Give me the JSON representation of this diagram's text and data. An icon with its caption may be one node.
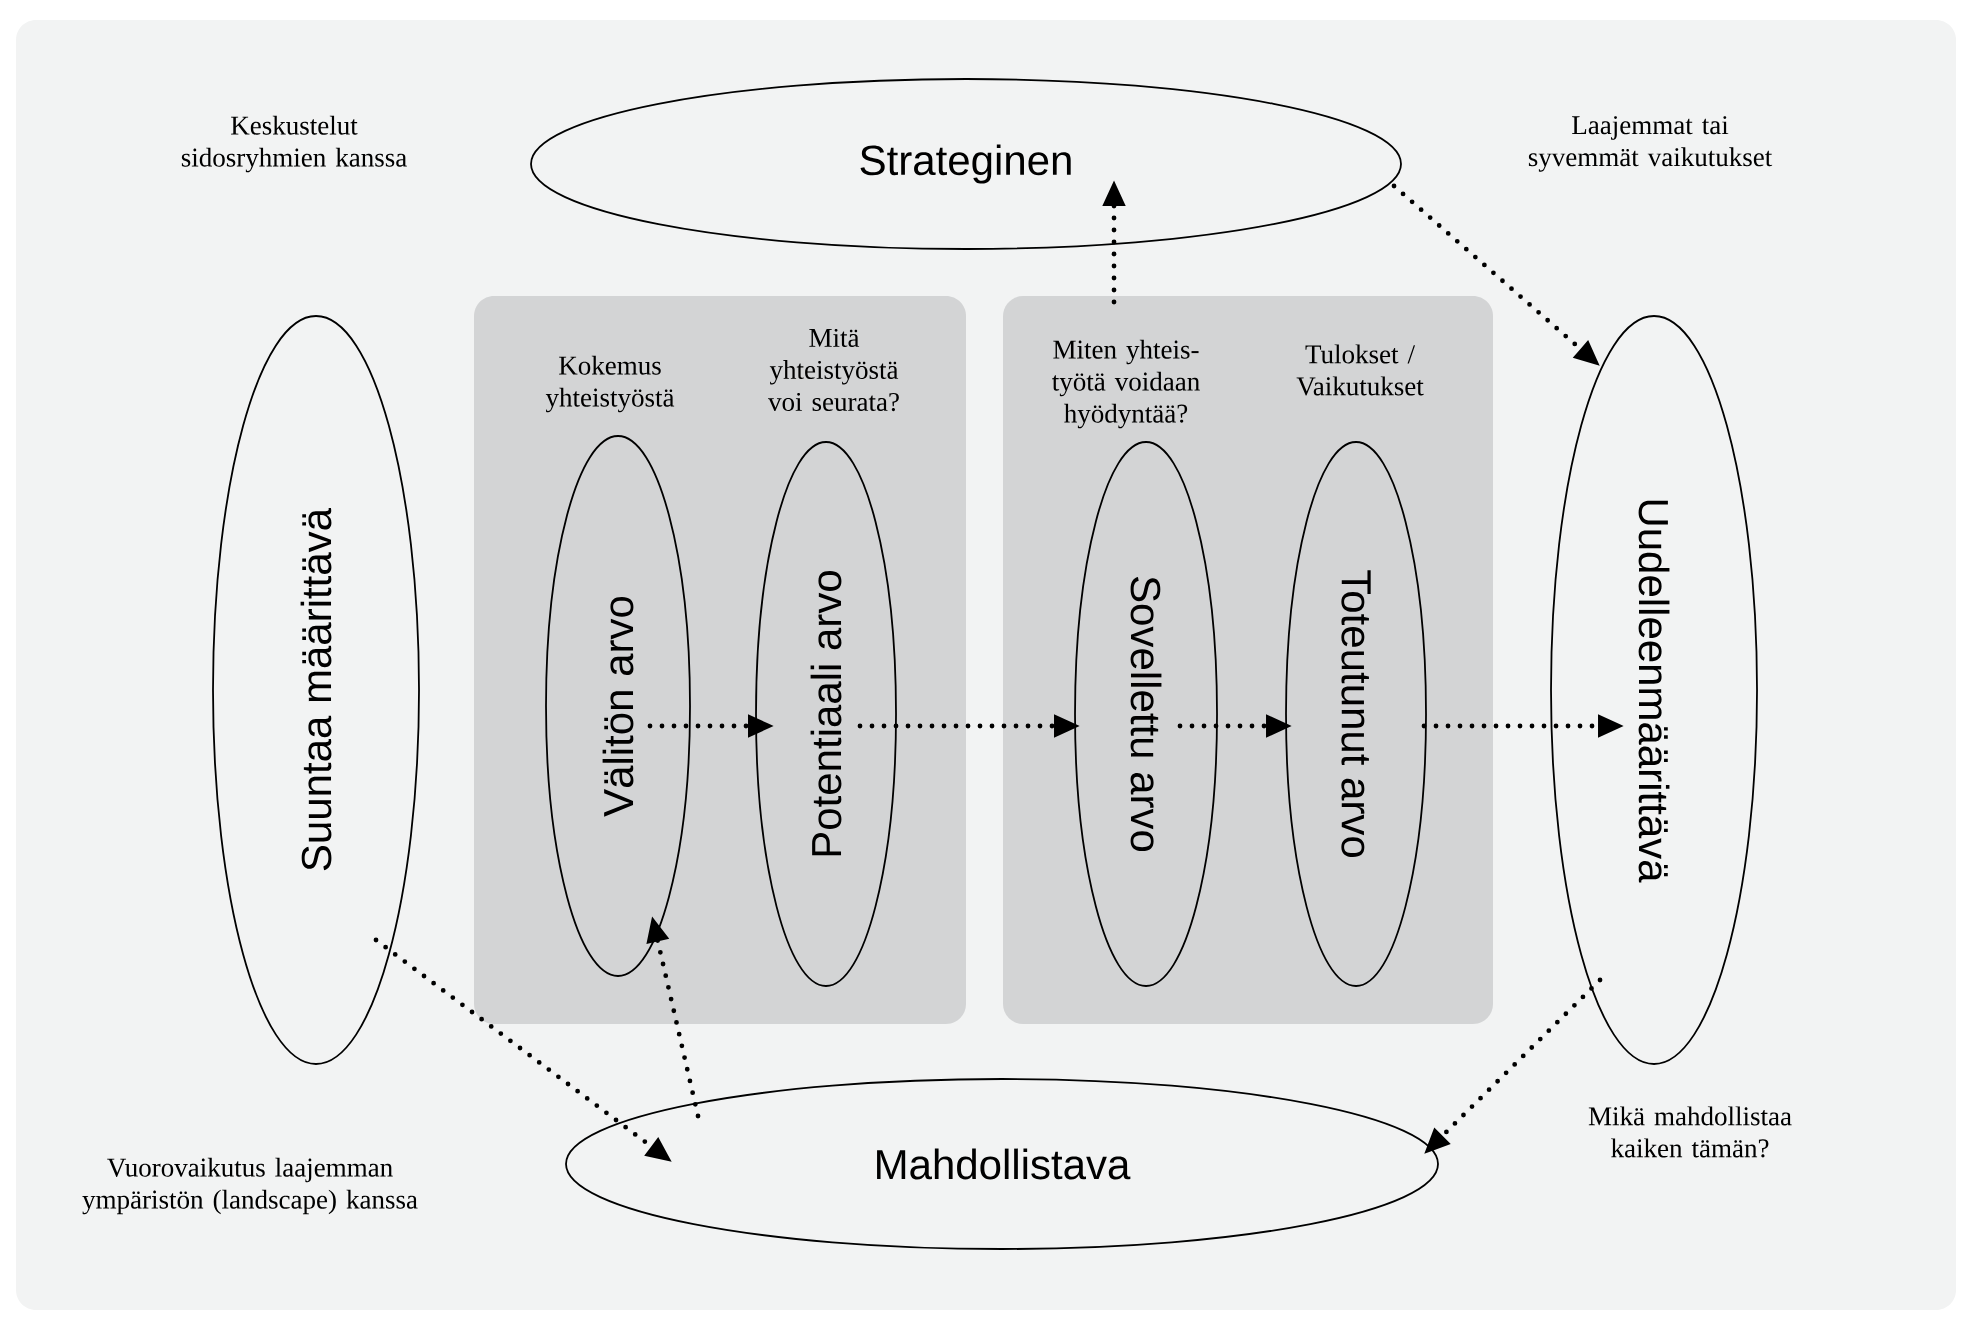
{
  "diagram": {
    "nodes": [
      {
        "text": [
          "Strateginen"
        ]
      },
      {
        "text": [
          "Suuntaa määrittävä"
        ]
      },
      {
        "text": [],
        "shape": "box"
      },
      {
        "text": [
          "Välitön arvo"
        ],
        "in": 2,
        "beside": [
          "Kokemus yhteistyöstä"
        ]
      },
      {
        "text": [
          "Potentiaali arvo"
        ],
        "in": 2,
        "beside": [
          "Mitä yhteistyöstä voi seurata?"
        ]
      },
      {
        "text": [],
        "shape": "box"
      },
      {
        "text": [
          "Sovellettu arvo"
        ],
        "in": 5,
        "beside": [
          "Miten yhteis- työtä voidaan hyödyntää?"
        ]
      },
      {
        "text": [
          "Toteutunut arvo"
        ],
        "in": 5,
        "beside": [
          "Tulokset / Vaikutukset"
        ]
      },
      {
        "text": [
          "Uudelleenmäärittävä"
        ]
      },
      {
        "text": [
          "Mahdollistava"
        ]
      }
    ],
    "edges": [
      {
        "from": 3,
        "to": 4,
        "arrow": "to"
      },
      {
        "from": 4,
        "to": 6,
        "arrow": "to"
      },
      {
        "from": 6,
        "to": 7,
        "arrow": "to"
      },
      {
        "from": 7,
        "to": 8,
        "arrow": "to"
      },
      {
        "from": 6,
        "to": 0,
        "arrow": "to"
      },
      {
        "from": 0,
        "to": 8,
        "arrow": "to"
      },
      {
        "from": 8,
        "to": 9,
        "arrow": "to"
      },
      {
        "from": 1,
        "to": 9,
        "arrow": "to"
      },
      {
        "from": 9,
        "to": 3,
        "arrow": "to"
      }
    ],
    "labels": [
      "Keskustelut sidosryhmien kanssa",
      "Laajemmat tai syvemmät vaikutukset",
      "Vuorovaikutus laajemman ympäristön (landscape) kanssa",
      "Mikä mahdollistaa kaiken tämän?"
    ]
  }
}
